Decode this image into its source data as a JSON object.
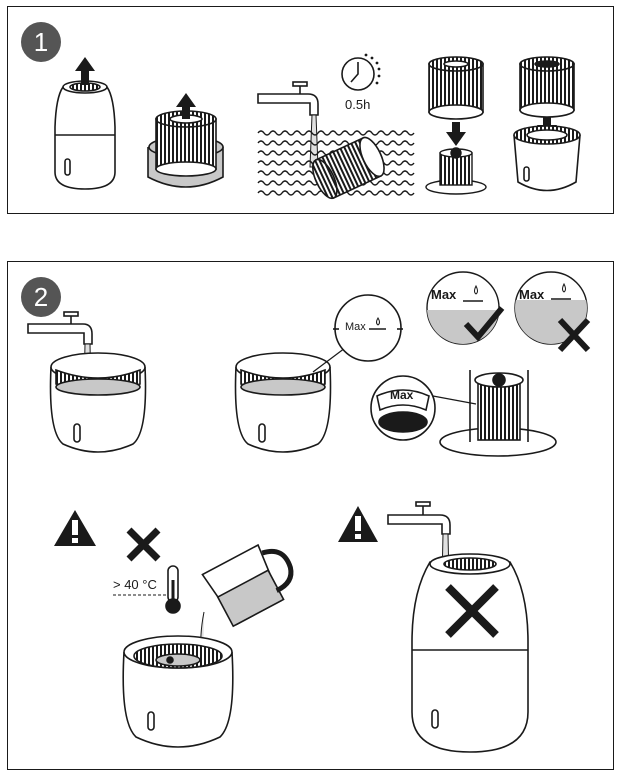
{
  "panel1": {
    "step_number": "1",
    "soak_time": "0.5h"
  },
  "panel2": {
    "step_number": "2",
    "max_label": "Max",
    "max_label_ok": "Max",
    "max_label_bad": "Max",
    "wick_holder_label": "Max",
    "temperature_limit": "> 40 °C"
  },
  "colors": {
    "outline": "#1a1a1a",
    "water_gray": "#c8c8c8",
    "badge_gray": "#555555"
  },
  "icons": [
    "up-arrow-icon",
    "down-arrow-icon",
    "timer-icon",
    "faucet-icon",
    "checkmark-icon",
    "cross-icon",
    "warning-icon",
    "thermometer-icon",
    "water-drop-icon"
  ]
}
